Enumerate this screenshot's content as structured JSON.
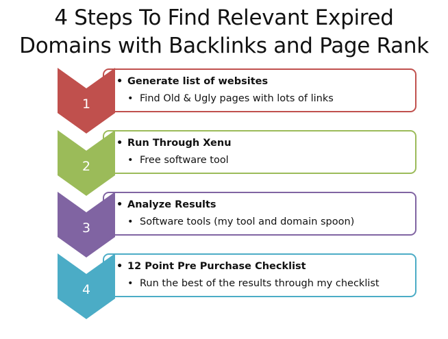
{
  "title": {
    "line1": "4 Steps To Find Relevant Expired",
    "line2": "Domains with Backlinks and Page Rank"
  },
  "colors": {
    "step1": "#c0504d",
    "step2": "#9bbb59",
    "step3": "#8064a2",
    "step4": "#4bacc6",
    "bullet": "•"
  },
  "steps": [
    {
      "number": "1",
      "heading": "Generate list of websites",
      "detail": "Find Old & Ugly pages with lots of links"
    },
    {
      "number": "2",
      "heading": "Run Through Xenu",
      "detail": "Free software tool"
    },
    {
      "number": "3",
      "heading": "Analyze Results",
      "detail": "Software tools (my tool and domain spoon)"
    },
    {
      "number": "4",
      "heading": "12 Point Pre Purchase Checklist",
      "detail": "Run the best of the results through my checklist"
    }
  ]
}
